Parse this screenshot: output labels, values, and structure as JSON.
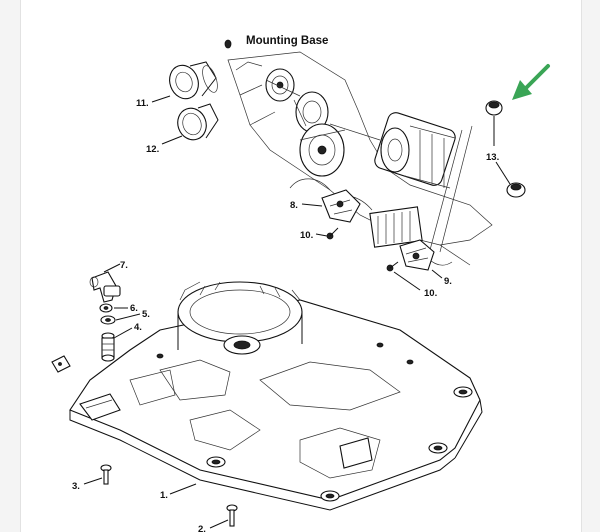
{
  "diagram": {
    "title": "Mounting Base",
    "arrow_color": "#3aa556",
    "callouts": {
      "c1": "1.",
      "c2": "2.",
      "c3": "3.",
      "c4": "4.",
      "c5": "5.",
      "c6": "6.",
      "c7": "7.",
      "c8": "8.",
      "c9": "9.",
      "c10a": "10.",
      "c10b": "10.",
      "c11": "11.",
      "c12": "12.",
      "c13": "13."
    }
  }
}
